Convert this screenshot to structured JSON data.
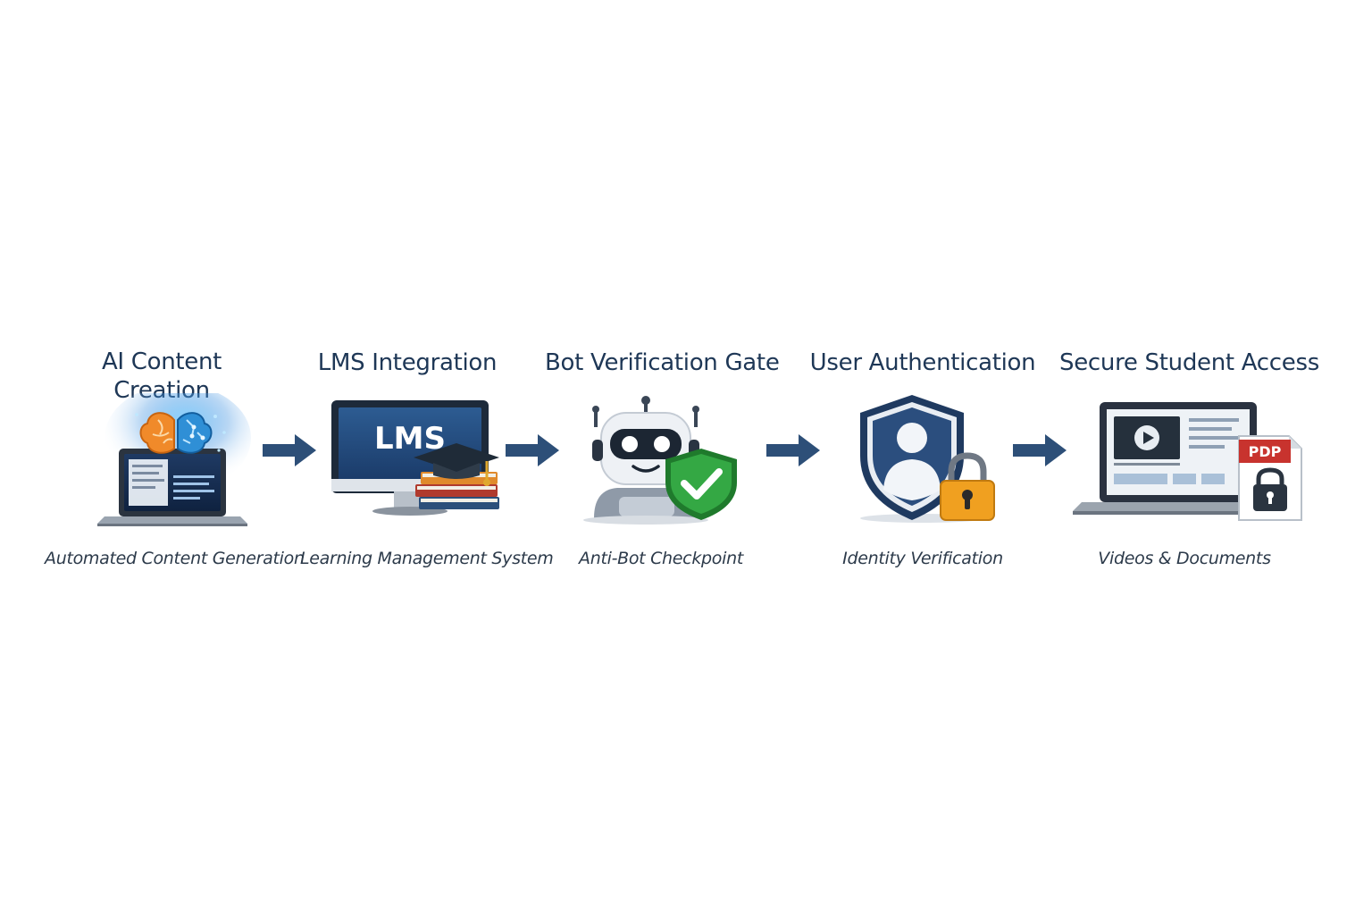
{
  "steps": [
    {
      "title": "AI Content Creation",
      "subtitle": "Automated Content Generation",
      "icon": "ai-brain-laptop-icon"
    },
    {
      "title": "LMS Integration",
      "subtitle": "Learning Management System",
      "icon": "lms-monitor-icon",
      "icon_text": "LMS"
    },
    {
      "title": "Bot Verification Gate",
      "subtitle": "Anti-Bot Checkpoint",
      "icon": "robot-shield-check-icon"
    },
    {
      "title": "User Authentication",
      "subtitle": "Identity Verification",
      "icon": "user-shield-lock-icon"
    },
    {
      "title": "Secure Student Access",
      "subtitle": "Videos & Documents",
      "icon": "laptop-video-pdf-lock-icon",
      "icon_text": "PDP"
    }
  ],
  "colors": {
    "title": "#1e3756",
    "subtitle": "#2c3a4a",
    "arrow": "#2d4f78",
    "shield_green": "#2e9a3a",
    "lock_orange": "#f0a020",
    "brain_orange": "#f08a2a",
    "brain_blue": "#3a9ad8",
    "pdf_red": "#c8332e"
  }
}
